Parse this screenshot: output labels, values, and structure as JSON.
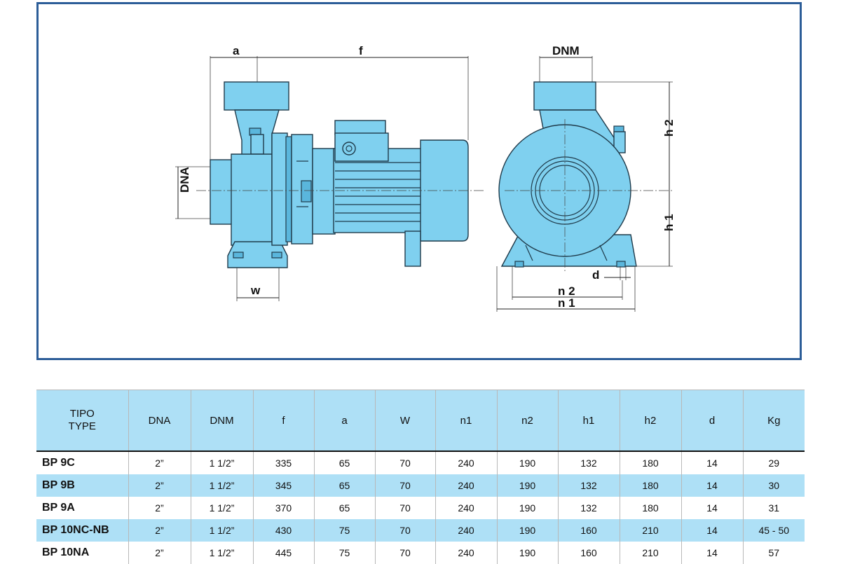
{
  "drawing": {
    "labels": {
      "a": "a",
      "f": "f",
      "dna": "DNA",
      "w": "w",
      "dnm": "DNM",
      "h2": "h 2",
      "h1": "h 1",
      "d": "d",
      "n2": "n 2",
      "n1": "n 1"
    }
  },
  "table": {
    "header": {
      "tipo": "TIPO",
      "type": "TYPE",
      "columns": [
        "DNA",
        "DNM",
        "f",
        "a",
        "W",
        "n1",
        "n2",
        "h1",
        "h2",
        "d",
        "Kg"
      ]
    },
    "rows": [
      {
        "model": "BP 9C",
        "values": [
          "2”",
          "1 1/2”",
          "335",
          "65",
          "70",
          "240",
          "190",
          "132",
          "180",
          "14",
          "29"
        ]
      },
      {
        "model": "BP 9B",
        "values": [
          "2”",
          "1 1/2”",
          "345",
          "65",
          "70",
          "240",
          "190",
          "132",
          "180",
          "14",
          "30"
        ]
      },
      {
        "model": "BP 9A",
        "values": [
          "2”",
          "1 1/2”",
          "370",
          "65",
          "70",
          "240",
          "190",
          "132",
          "180",
          "14",
          "31"
        ]
      },
      {
        "model": "BP 10NC-NB",
        "values": [
          "2”",
          "1 1/2”",
          "430",
          "75",
          "70",
          "240",
          "190",
          "160",
          "210",
          "14",
          "45 - 50"
        ]
      },
      {
        "model": "BP 10NA",
        "values": [
          "2”",
          "1 1/2”",
          "445",
          "75",
          "70",
          "240",
          "190",
          "160",
          "210",
          "14",
          "57"
        ]
      }
    ]
  },
  "colors": {
    "frame_border": "#2c5d98",
    "pump_body": "#7fd0ef",
    "table_highlight": "#aee0f6"
  }
}
